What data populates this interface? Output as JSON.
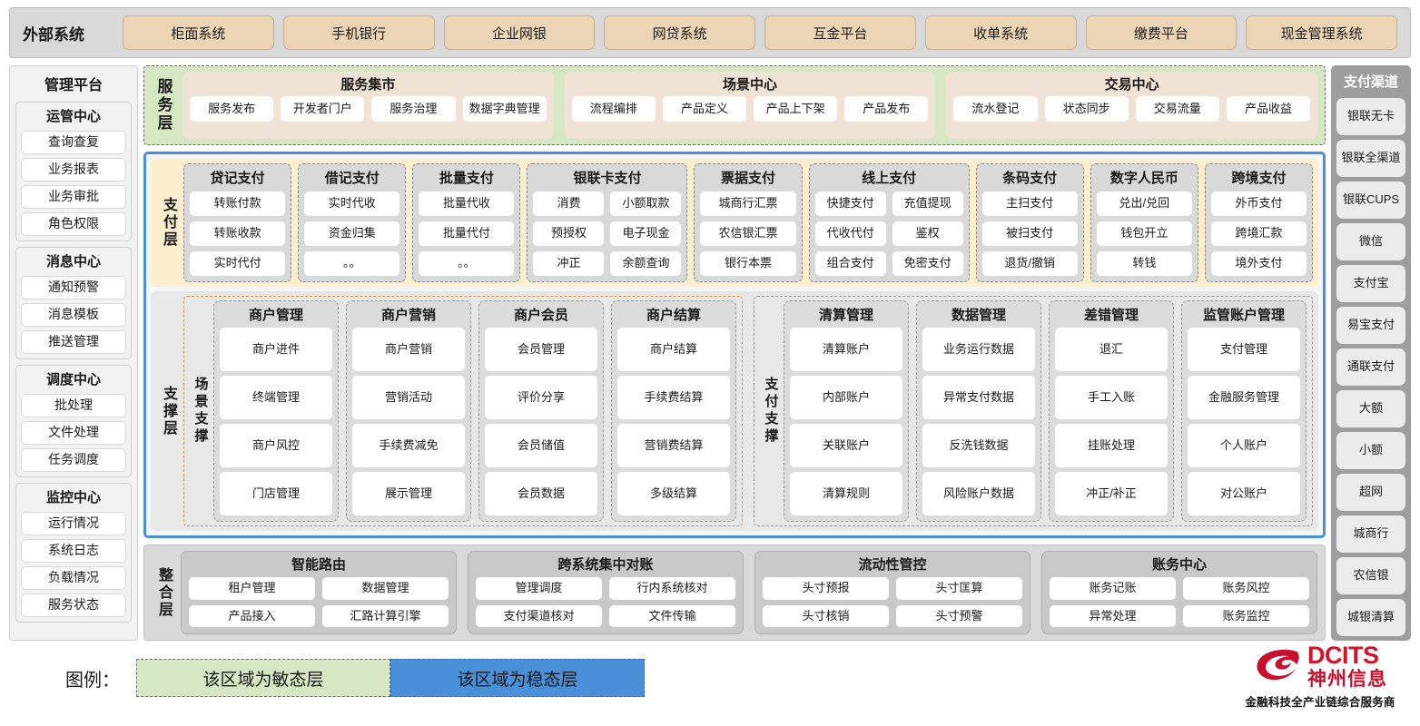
{
  "external": {
    "title": "外部系统",
    "systems": [
      "柜面系统",
      "手机银行",
      "企业网银",
      "网贷系统",
      "互金平台",
      "收单系统",
      "缴费平台",
      "现金管理系统"
    ]
  },
  "admin": {
    "title": "管理平台",
    "groups": [
      {
        "title": "运管中心",
        "items": [
          "查询查复",
          "业务报表",
          "业务审批",
          "角色权限"
        ]
      },
      {
        "title": "消息中心",
        "items": [
          "通知预警",
          "消息模板",
          "推送管理"
        ]
      },
      {
        "title": "调度中心",
        "items": [
          "批处理",
          "文件处理",
          "任务调度"
        ]
      },
      {
        "title": "监控中心",
        "items": [
          "运行情况",
          "系统日志",
          "负载情况",
          "服务状态"
        ]
      }
    ]
  },
  "service_layer": {
    "label": "服务层",
    "groups": [
      {
        "title": "服务集市",
        "items": [
          "服务发布",
          "开发者门户",
          "服务治理",
          "数据字典管理"
        ]
      },
      {
        "title": "场景中心",
        "items": [
          "流程编排",
          "产品定义",
          "产品上下架",
          "产品发布"
        ]
      },
      {
        "title": "交易中心",
        "items": [
          "流水登记",
          "状态同步",
          "交易流量",
          "产品收益"
        ]
      }
    ]
  },
  "payment_layer": {
    "label": "支付层",
    "groups": [
      {
        "title": "贷记支付",
        "cols": 1,
        "items": [
          "转账付款",
          "转账收款",
          "实时代付"
        ]
      },
      {
        "title": "借记支付",
        "cols": 1,
        "items": [
          "实时代收",
          "资金归集",
          "。。"
        ]
      },
      {
        "title": "批量支付",
        "cols": 1,
        "items": [
          "批量代收",
          "批量代付",
          "。。"
        ]
      },
      {
        "title": "银联卡支付",
        "cols": 2,
        "items": [
          "消费",
          "小额取款",
          "预授权",
          "电子现金",
          "冲正",
          "余额查询"
        ]
      },
      {
        "title": "票据支付",
        "cols": 1,
        "items": [
          "城商行汇票",
          "农信银汇票",
          "银行本票"
        ]
      },
      {
        "title": "线上支付",
        "cols": 2,
        "items": [
          "快捷支付",
          "充值提现",
          "代收代付",
          "鉴权",
          "组合支付",
          "免密支付"
        ]
      },
      {
        "title": "条码支付",
        "cols": 1,
        "items": [
          "主扫支付",
          "被扫支付",
          "退货/撤销"
        ]
      },
      {
        "title": "数字人民币",
        "cols": 1,
        "items": [
          "兑出/兑回",
          "钱包开立",
          "转钱"
        ]
      },
      {
        "title": "跨境支付",
        "cols": 1,
        "items": [
          "外币支付",
          "跨境汇款",
          "境外支付"
        ]
      }
    ]
  },
  "support_layer": {
    "label": "支撑层",
    "zones": [
      {
        "label": "场景支撑",
        "groups": [
          {
            "title": "商户管理",
            "items": [
              "商户进件",
              "终端管理",
              "商户风控",
              "门店管理"
            ]
          },
          {
            "title": "商户营销",
            "items": [
              "商户营销",
              "营销活动",
              "手续费减免",
              "展示管理"
            ]
          },
          {
            "title": "商户会员",
            "items": [
              "会员管理",
              "评价分享",
              "会员储值",
              "会员数据"
            ]
          },
          {
            "title": "商户结算",
            "items": [
              "商户结算",
              "手续费结算",
              "营销费结算",
              "多级结算"
            ]
          }
        ]
      },
      {
        "label": "支付支撑",
        "groups": [
          {
            "title": "清算管理",
            "items": [
              "清算账户",
              "内部账户",
              "关联账户",
              "清算规则"
            ]
          },
          {
            "title": "数据管理",
            "items": [
              "业务运行数据",
              "异常支付数据",
              "反洗钱数据",
              "风险账户数据"
            ]
          },
          {
            "title": "差错管理",
            "items": [
              "退汇",
              "手工入账",
              "挂账处理",
              "冲正/补正"
            ]
          },
          {
            "title": "监管账户管理",
            "items": [
              "支付管理",
              "金融服务管理",
              "个人账户",
              "对公账户"
            ]
          }
        ]
      }
    ]
  },
  "integration_layer": {
    "label": "整合层",
    "groups": [
      {
        "title": "智能路由",
        "items": [
          "租户管理",
          "数据管理",
          "产品接入",
          "汇路计算引擎"
        ]
      },
      {
        "title": "跨系统集中对账",
        "items": [
          "管理调度",
          "行内系统核对",
          "支付渠道核对",
          "文件传输"
        ]
      },
      {
        "title": "流动性管控",
        "items": [
          "头寸预报",
          "头寸匡算",
          "头寸核销",
          "头寸预警"
        ]
      },
      {
        "title": "账务中心",
        "items": [
          "账务记账",
          "账务风控",
          "异常处理",
          "账务监控"
        ]
      }
    ]
  },
  "channels": {
    "title": "支付渠道",
    "items": [
      "银联无卡",
      "银联全渠道",
      "银联CUPS",
      "微信",
      "支付宝",
      "易宝支付",
      "通联支付",
      "大额",
      "小额",
      "超网",
      "城商行",
      "农信银",
      "城银清算"
    ]
  },
  "legend": {
    "label": "图例：",
    "agile": "该区域为敏态层",
    "stable": "该区域为稳态层",
    "agile_color": "#d6e7c3",
    "stable_color": "#4a90d9"
  },
  "logo": {
    "en": "DCITS",
    "cn": "神州信息",
    "tagline": "金融科技全产业链综合服务商",
    "brand_color": "#c8102e"
  }
}
